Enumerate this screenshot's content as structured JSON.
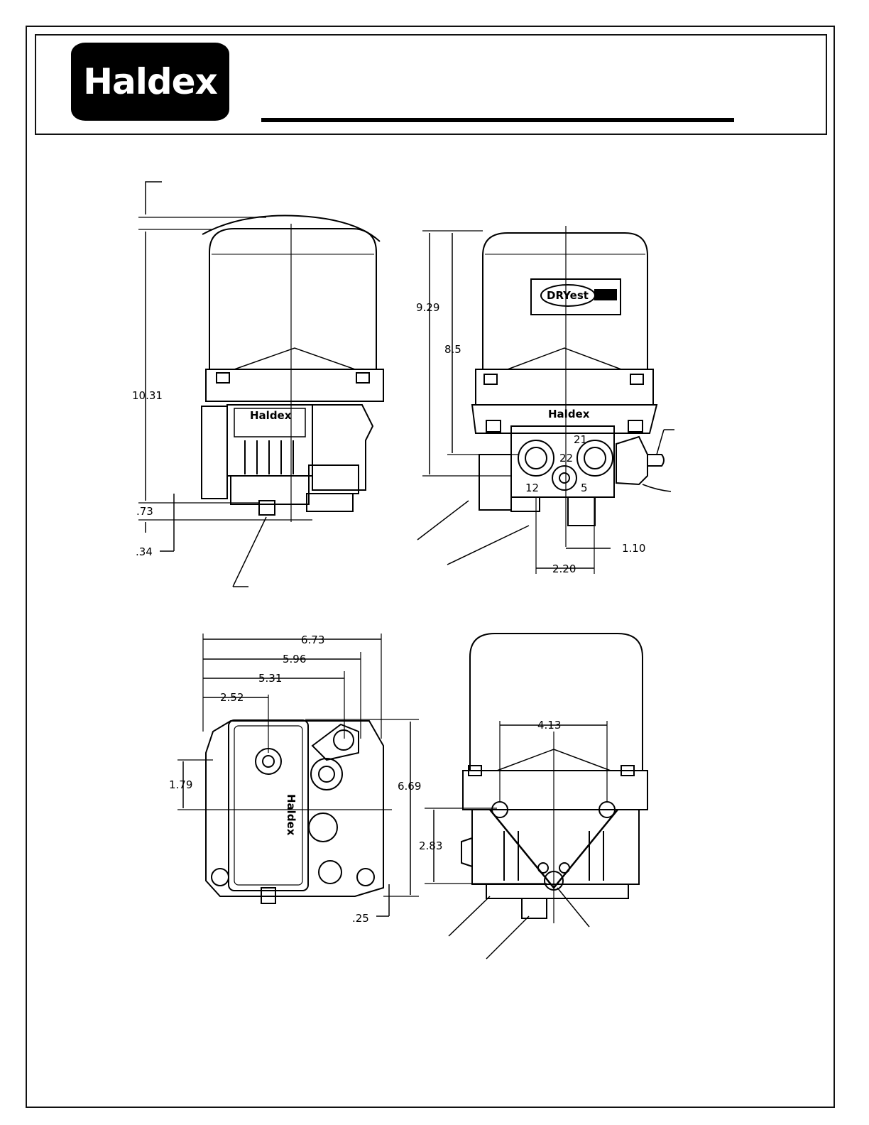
{
  "brand": {
    "logo_text": "Haldex",
    "logo_bg": "#000000",
    "logo_fg": "#ffffff"
  },
  "views": {
    "side": {
      "body_label": "Haldex",
      "dims": {
        "height_total": "10.31",
        "bottom_offset_a": ".73",
        "bottom_offset_b": ".34"
      }
    },
    "front": {
      "canister_badge": "DRYest",
      "plate_label": "Haldex",
      "port_labels": {
        "p21": "21",
        "p22": "22",
        "p12": "12",
        "p5": "5"
      },
      "dims": {
        "height_a": "9.29",
        "height_b": "8.5",
        "port_spacing_a": "1.10",
        "port_spacing_b": "2.20"
      }
    },
    "top": {
      "cover_label": "Haldex",
      "dims": {
        "width_a": "6.73",
        "width_b": "5.96",
        "width_c": "5.31",
        "width_d": "2.52",
        "depth_total": "6.69",
        "offset_left": "1.79",
        "offset_bottom": ".25"
      }
    },
    "rear": {
      "dims": {
        "bolt_spacing": "4.13",
        "mount_height": "2.83"
      }
    }
  },
  "colors": {
    "ink": "#000000",
    "paper": "#ffffff"
  }
}
